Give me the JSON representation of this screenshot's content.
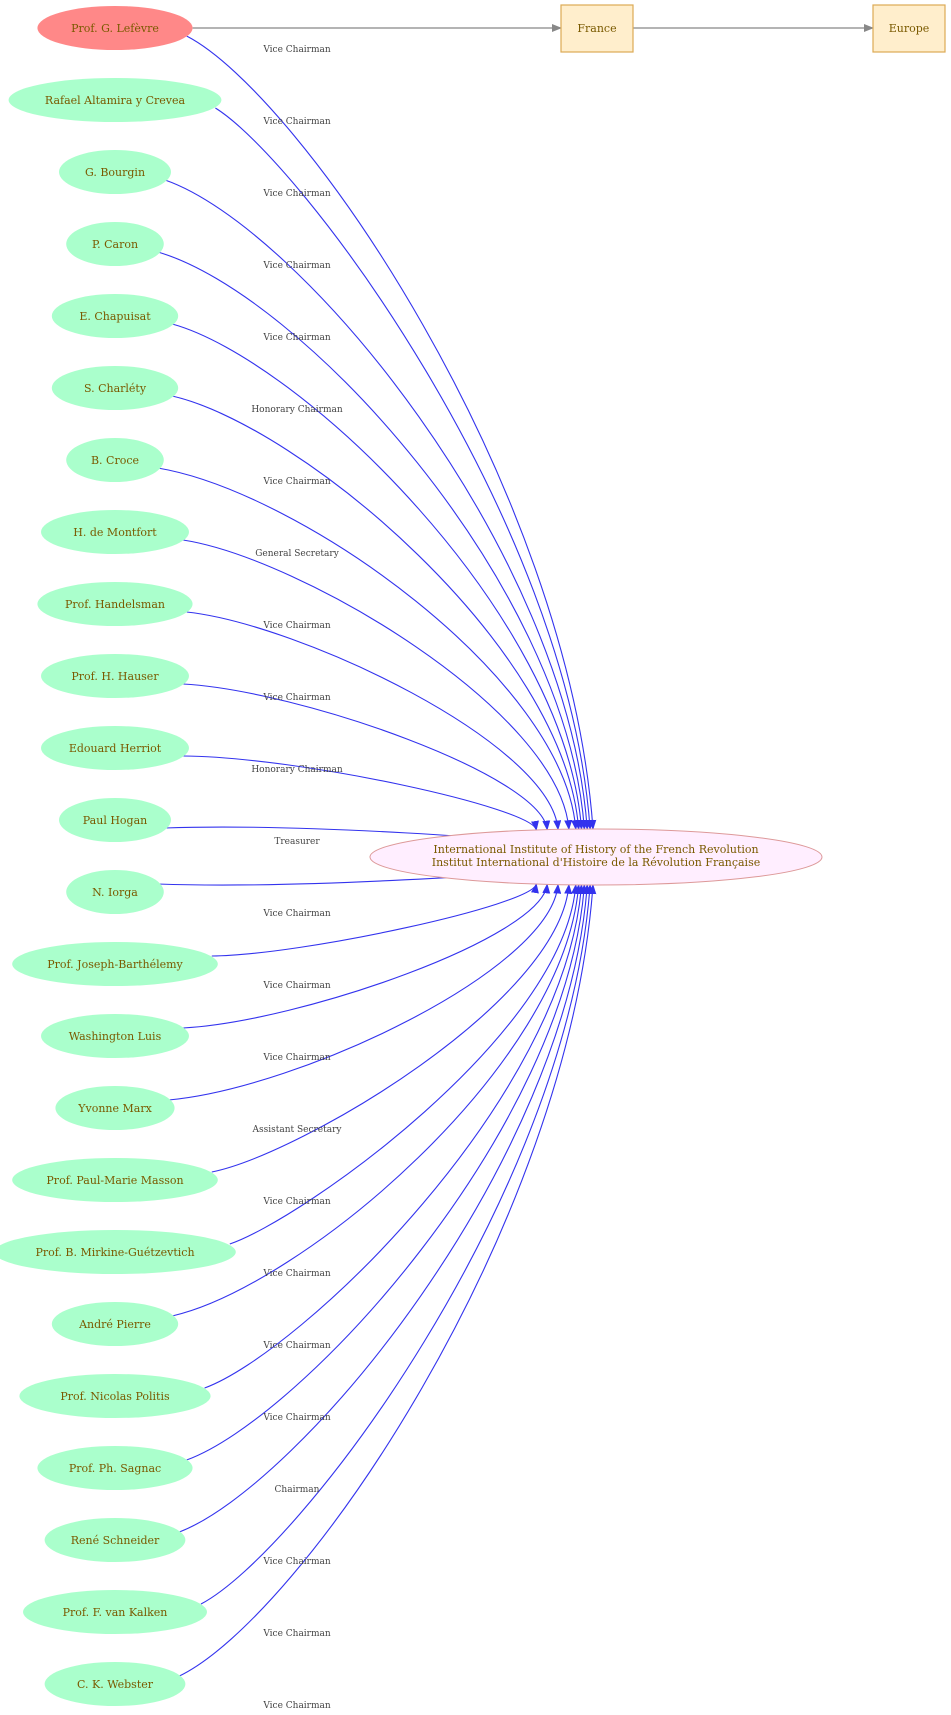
{
  "colors": {
    "person_fill": "#aaffcc",
    "highlight_fill": "#ff8888",
    "org_fill": "#ffeeff",
    "org_stroke": "#dd9999",
    "place_fill": "#ffeecc",
    "place_stroke": "#ddaa55",
    "edge_role": "#3333ee",
    "edge_place": "#888888",
    "node_text": "#7a5a00",
    "edge_text": "#444444"
  },
  "organization": {
    "line1": "International Institute of History of the French Revolution",
    "line2": "Institut International d'Histoire de la Révolution Française"
  },
  "places": [
    {
      "id": "france",
      "label": "France"
    },
    {
      "id": "europe",
      "label": "Europe"
    }
  ],
  "place_links": [
    {
      "from": "person-0",
      "to": "france"
    },
    {
      "from": "france",
      "to": "europe"
    }
  ],
  "people": [
    {
      "name": "Prof. G. Lefèvre",
      "role": "Vice Chairman",
      "highlight": true
    },
    {
      "name": "Rafael Altamira y Crevea",
      "role": "Vice Chairman"
    },
    {
      "name": "G. Bourgin",
      "role": "Vice Chairman"
    },
    {
      "name": "P. Caron",
      "role": "Vice Chairman"
    },
    {
      "name": "E. Chapuisat",
      "role": "Vice Chairman"
    },
    {
      "name": "S.  Charléty",
      "role": "Honorary Chairman"
    },
    {
      "name": "B. Croce",
      "role": "Vice Chairman"
    },
    {
      "name": "H.  de Montfort",
      "role": "General Secretary"
    },
    {
      "name": "Prof. Handelsman",
      "role": "Vice Chairman"
    },
    {
      "name": "Prof. H. Hauser",
      "role": "Vice Chairman"
    },
    {
      "name": "Edouard Herriot",
      "role": "Honorary Chairman"
    },
    {
      "name": "Paul Hogan",
      "role": "Treasurer"
    },
    {
      "name": "N. Iorga",
      "role": "Vice Chairman"
    },
    {
      "name": "Prof. Joseph-Barthélemy",
      "role": "Vice Chairman"
    },
    {
      "name": "Washington Luis",
      "role": "Vice Chairman"
    },
    {
      "name": "Yvonne Marx",
      "role": "Assistant Secretary"
    },
    {
      "name": "Prof. Paul-Marie Masson",
      "role": "Vice Chairman"
    },
    {
      "name": "Prof. B. Mirkine-Guétzevtich",
      "role": "Vice Chairman"
    },
    {
      "name": "André Pierre",
      "role": "Vice Chairman"
    },
    {
      "name": "Prof. Nicolas Politis",
      "role": "Vice Chairman"
    },
    {
      "name": "Prof. Ph. Sagnac",
      "role": "Chairman"
    },
    {
      "name": "René Schneider",
      "role": "Vice Chairman"
    },
    {
      "name": "Prof. F.  van Kalken",
      "role": "Vice Chairman"
    },
    {
      "name": "C. K.  Webster",
      "role": "Vice Chairman"
    }
  ]
}
